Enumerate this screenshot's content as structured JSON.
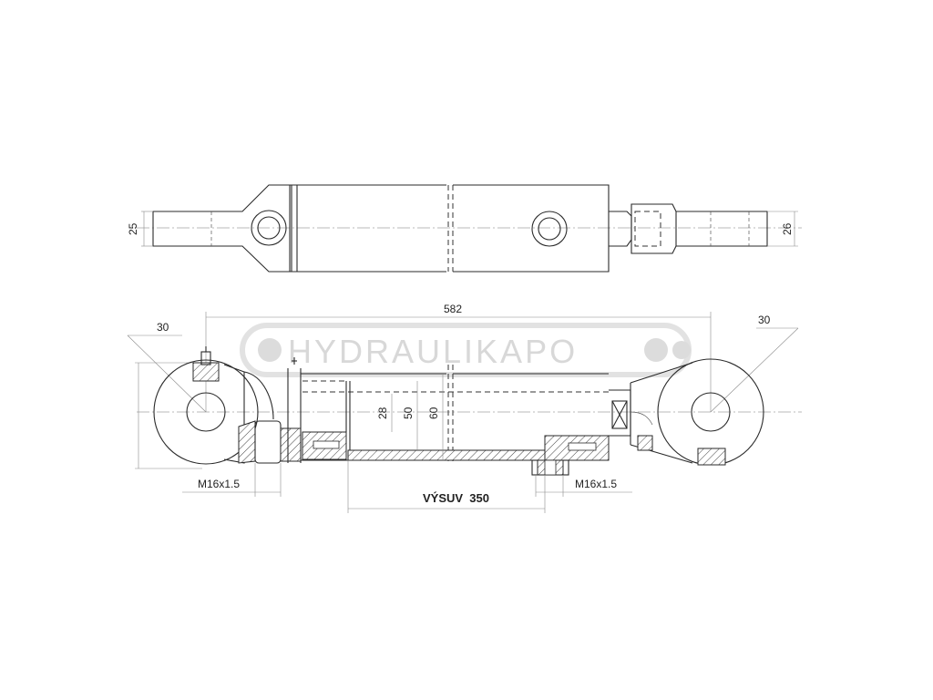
{
  "watermark": {
    "text": "HYDRAULIKAPO"
  },
  "dimensions": {
    "top_left_dia": "25",
    "top_right_dia": "26",
    "overall_length": "582",
    "left_eye_angle": "30",
    "right_eye_angle": "30",
    "rod_dia": "28",
    "tube_inner_dia": "50",
    "tube_outer_dia": "60",
    "port_left": "M16x1.5",
    "port_right": "M16x1.5",
    "stroke_label": "VÝSUV  350"
  },
  "colors": {
    "line": "#2a2a2a",
    "watermark": "#d8d8d8",
    "hatch": "#444444"
  }
}
